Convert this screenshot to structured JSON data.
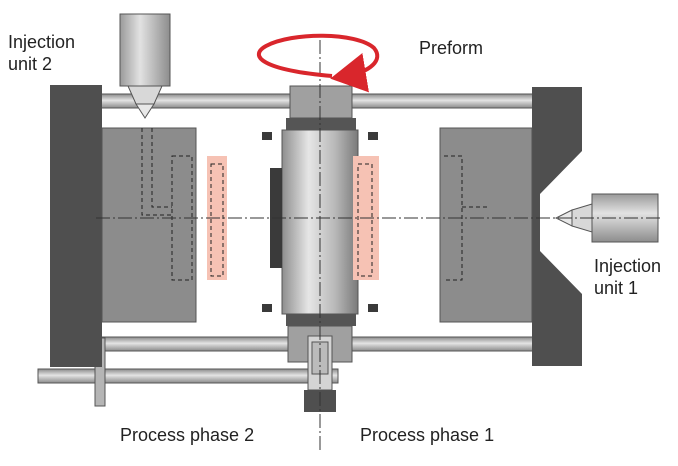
{
  "labels": {
    "injection_unit_2_line1": "Injection",
    "injection_unit_2_line2": "unit 2",
    "injection_unit_1_line1": "Injection",
    "injection_unit_1_line2": "unit 1",
    "preform": "Preform",
    "process_phase_2": "Process phase 2",
    "process_phase_1": "Process phase 1"
  },
  "colors": {
    "rotation_arrow": "#d9262c",
    "preform_highlight": "#f6c2b4",
    "platen_dark": "#4f4f4f",
    "mold_gray": "#8c8c8c",
    "metal_light": "#c9c9c9"
  },
  "icons": {
    "rotation": "curved-arrow-counterclockwise-icon"
  }
}
